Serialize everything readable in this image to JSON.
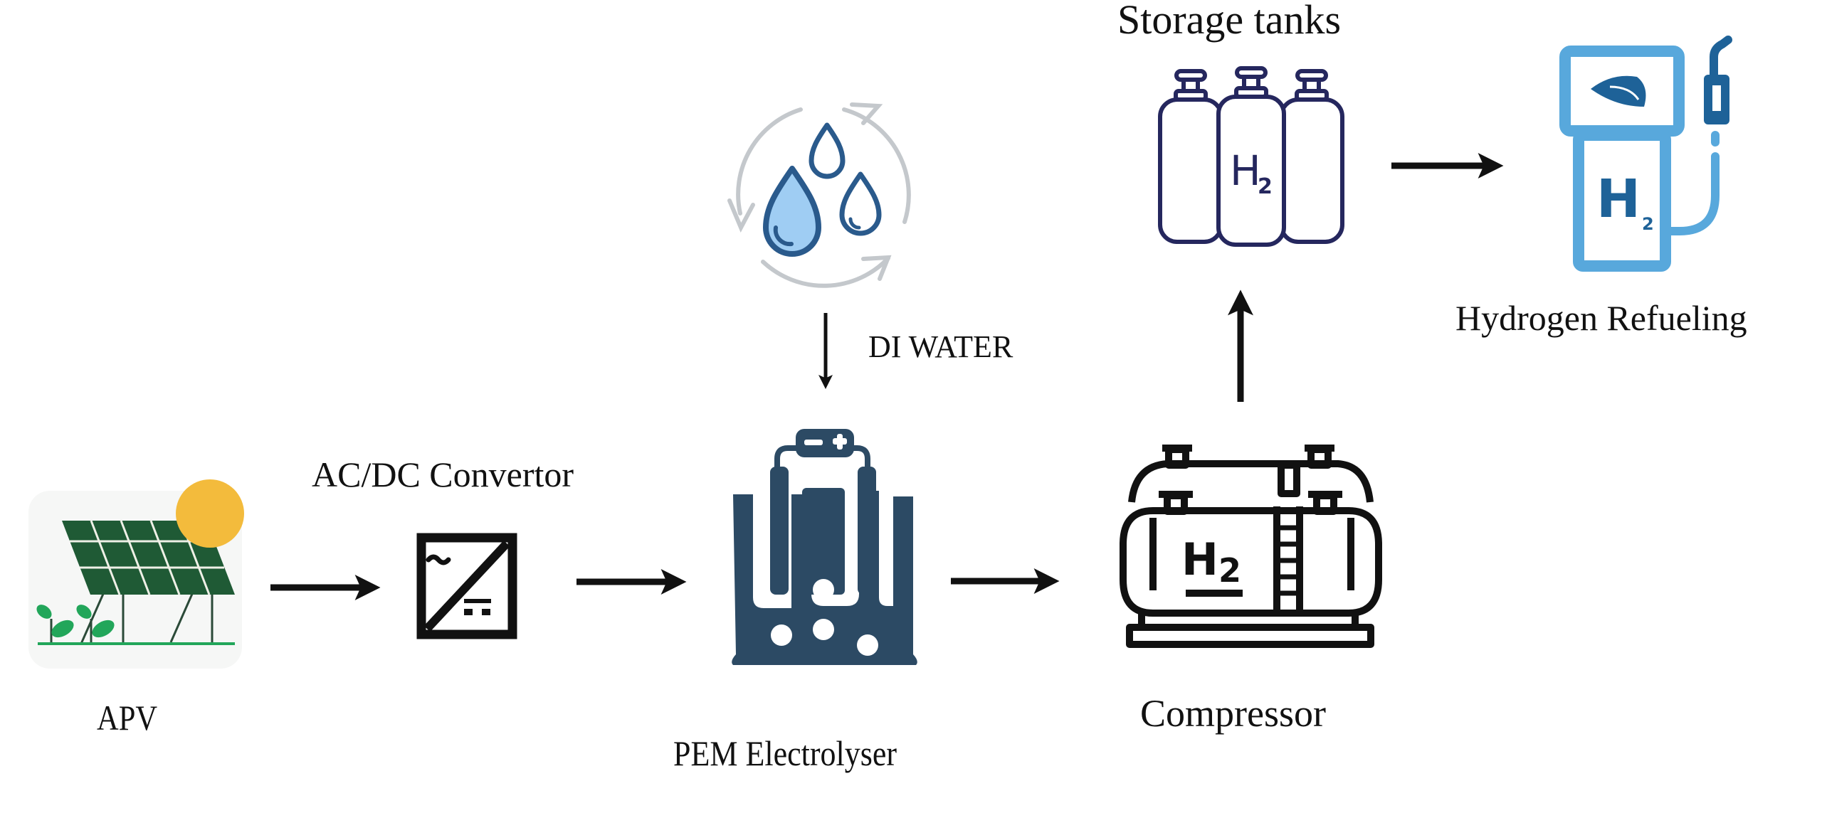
{
  "diagram": {
    "title": "APV-powered green hydrogen production and refueling chain",
    "nodes": [
      {
        "id": "apv",
        "label": "APV",
        "icon": "solar-panel-icon"
      },
      {
        "id": "acdc",
        "label": "AC/DC Convertor",
        "icon": "ac-dc-converter-icon"
      },
      {
        "id": "water",
        "label": "",
        "icon": "water-cycle-icon"
      },
      {
        "id": "pem",
        "label": "PEM Electrolyser",
        "icon": "electrolyser-icon"
      },
      {
        "id": "compressor",
        "label": "Compressor",
        "icon": "hydrogen-compressor-icon"
      },
      {
        "id": "storage",
        "label": "Storage tanks",
        "icon": "gas-cylinders-icon"
      },
      {
        "id": "refuel",
        "label": "Hydrogen Refueling",
        "icon": "hydrogen-pump-icon"
      }
    ],
    "edges": [
      {
        "from": "apv",
        "to": "acdc",
        "label": ""
      },
      {
        "from": "acdc",
        "to": "pem",
        "label": ""
      },
      {
        "from": "water",
        "to": "pem",
        "label": "DI WATER"
      },
      {
        "from": "pem",
        "to": "compressor",
        "label": ""
      },
      {
        "from": "compressor",
        "to": "storage",
        "label": ""
      },
      {
        "from": "storage",
        "to": "refuel",
        "label": ""
      }
    ],
    "icon_text": {
      "storage_h2": "H",
      "storage_sub": "2",
      "compressor_h2": "H",
      "compressor_sub": "2",
      "pump_h2": "H",
      "pump_sub": "2"
    },
    "colors": {
      "panel_green": "#1f5a35",
      "sun_yellow": "#f3bb3c",
      "plant_green": "#22a65a",
      "electrolyser_navy": "#2c4a64",
      "drop_outline": "#2a5a8c",
      "drop_fill": "#9fcdf3",
      "cycle_gray": "#c4c8cc",
      "storage_navy": "#25275e",
      "pump_light_blue": "#58a8dc",
      "pump_dark_blue": "#1e6298",
      "arrow_black": "#111111"
    }
  }
}
